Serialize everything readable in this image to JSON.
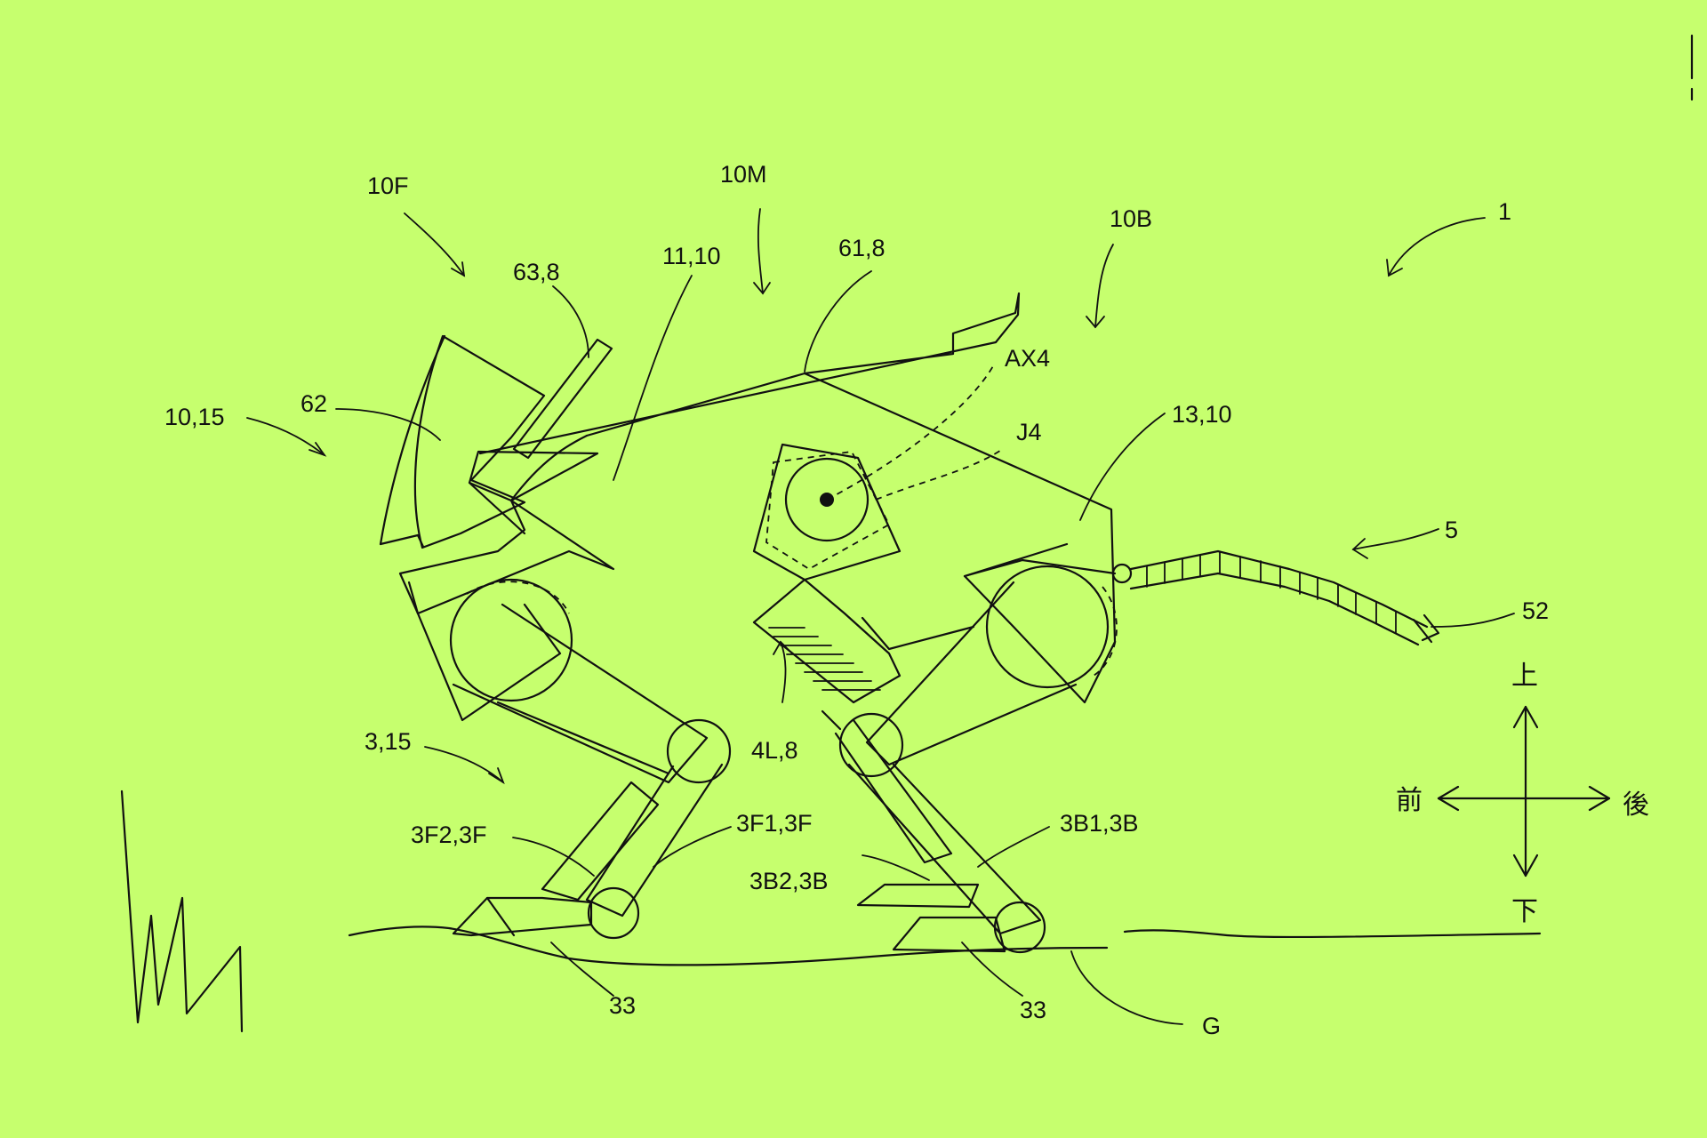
{
  "diagram": {
    "labels": {
      "l_10F": "10F",
      "l_10M": "10M",
      "l_10B": "10B",
      "l_1": "1",
      "l_63_8": "63,8",
      "l_11_10": "11,10",
      "l_61_8": "61,8",
      "l_AX4": "AX4",
      "l_J4": "J4",
      "l_13_10": "13,10",
      "l_10_15": "10,15",
      "l_62": "62",
      "l_5": "5",
      "l_52": "52",
      "l_4L_8": "4L,8",
      "l_3_15": "3,15",
      "l_3F2_3F": "3F2,3F",
      "l_3F1_3F": "3F1,3F",
      "l_3B1_3B": "3B1,3B",
      "l_3B2_3B": "3B2,3B",
      "l_33a": "33",
      "l_33b": "33",
      "l_G": "G"
    },
    "directions": {
      "up": "上",
      "down": "下",
      "front": "前",
      "back": "後"
    }
  }
}
